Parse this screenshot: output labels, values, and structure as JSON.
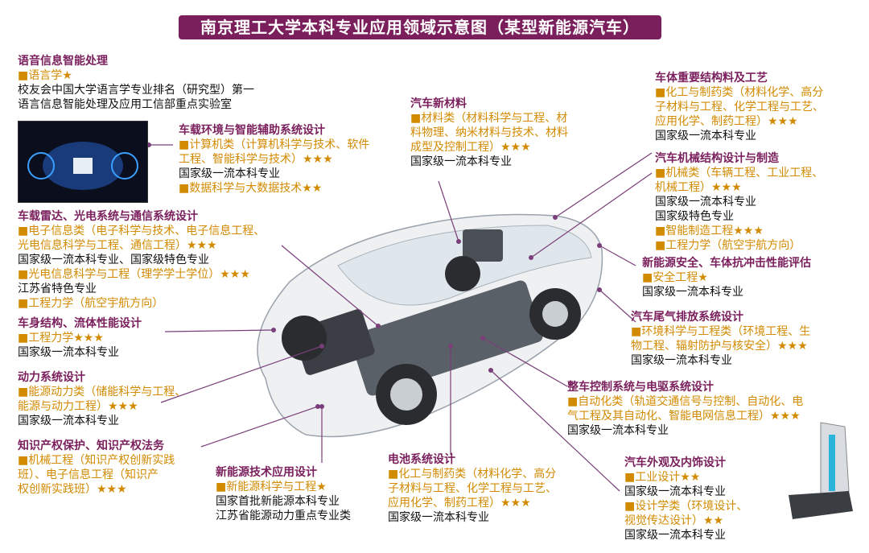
{
  "title": "南京理工大学本科专业应用领域示意图（某型新能源汽车）",
  "colors": {
    "title_bg": "#7a1f5c",
    "heading": "#7a1f5c",
    "major": "#d28a00",
    "plain": "#111111",
    "leader": "#7a3f7a"
  },
  "blocks": {
    "speech": {
      "heading": "语音信息智能处理",
      "l1": "■语言学★",
      "l2": "校友会中国大学语言学专业排名（研究型）第一",
      "l3": "语言信息智能处理及应用工信部重点实验室"
    },
    "cockpit": {
      "heading": "车载环境与智能辅助系统设计",
      "l1": "■计算机类（计算机科学与技术、软件",
      "l2": "工程、智能科学与技术）★★★",
      "l3": "国家级一流本科专业",
      "l4": "■数据科学与大数据技术★★"
    },
    "radar": {
      "heading": "车载雷达、光电系统与通信系统设计",
      "l1": "■电子信息类（电子科学与技术、电子信息工程、",
      "l2": "光电信息科学与工程、通信工程）★★★",
      "l3": "国家级一流本科专业、国家级特色专业",
      "l4": "■光电信息科学与工程（理学学士学位）★★★",
      "l5": "江苏省特色专业",
      "l6": "■工程力学（航空宇航方向）"
    },
    "body_flow": {
      "heading": "车身结构、流体性能设计",
      "l1": "■工程力学★★★",
      "l2": "国家级一流本科专业"
    },
    "power": {
      "heading": "动力系统设计",
      "l1": "■能源动力类（储能科学与工程、",
      "l2": "能源与动力工程）★★★",
      "l3": "国家级一流本科专业"
    },
    "ip": {
      "heading": "知识产权保护、知识产权法务",
      "l1": "■机械工程（知识产权创新实践",
      "l2": "班）、电子信息工程（知识产",
      "l3": "权创新实践班）★★★"
    },
    "nev": {
      "heading": "新能源技术应用设计",
      "l1": "■新能源科学与工程★",
      "l2": "国家首批新能源本科专业",
      "l3": "江苏省能源动力重点专业类"
    },
    "materials": {
      "heading": "汽车新材料",
      "l1": "■材料类（材料科学与工程、材",
      "l2": "料物理、纳米材料与技术、材料",
      "l3": "成型及控制工程）★★★",
      "l4": "国家级一流本科专业"
    },
    "battery": {
      "heading": "电池系统设计",
      "l1": "■化工与制药类（材料化学、高分",
      "l2": "子材料与工程、化学工程与工艺、",
      "l3": "应用化学、制药工程）★★★",
      "l4": "国家级一流本科专业"
    },
    "struct_mat": {
      "heading": "车体重要结构料及工艺",
      "l1": "■化工与制药类（材料化学、高分",
      "l2": "子材料与工程、化学工程与工艺、",
      "l3": "应用化学、制药工程）★★★",
      "l4": "国家级一流本科专业"
    },
    "mech": {
      "heading": "汽车机械结构设计与制造",
      "l1": "■机械类（车辆工程、工业工程、",
      "l2": "机械工程）★★★",
      "l3": "国家级一流本科专业",
      "l4": "国家级特色专业",
      "l5": "■智能制造工程★★★",
      "l6": "■工程力学（航空宇航方向）"
    },
    "safety": {
      "heading": "新能源安全、车体抗冲击性能评估",
      "l1": "■安全工程★",
      "l2": "国家级一流本科专业"
    },
    "exhaust": {
      "heading": "汽车尾气排放系统设计",
      "l1": "■环境科学与工程类（环境工程、生",
      "l2": "物工程、辐射防护与核安全）★★★",
      "l3": "国家级一流本科专业"
    },
    "control": {
      "heading": "整车控制系统与电驱系统设计",
      "l1": "■自动化类（轨道交通信号与控制、自动化、电",
      "l2": "气工程及其自动化、智能电网信息工程）★★★",
      "l3": "国家级一流本科专业"
    },
    "interior": {
      "heading": "汽车外观及内饰设计",
      "l1": "■工业设计★★",
      "l2": "国家级一流本科专业",
      "l3": "■设计学类（环境设计、",
      "l4": "视觉传达设计）★★",
      "l5": "国家级一流本科专业"
    }
  }
}
